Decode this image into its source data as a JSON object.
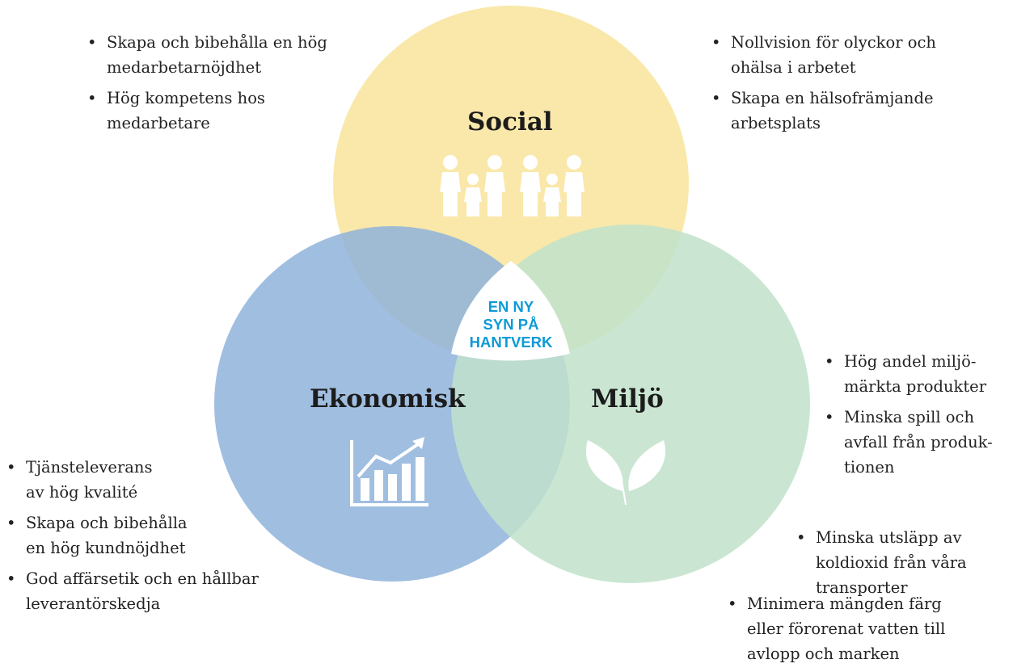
{
  "colors": {
    "social": "#f8e49a",
    "ekonomisk": "#8fb3db",
    "miljo": "#c1e2cb",
    "center_text": "#0d9ad6",
    "icon": "#ffffff"
  },
  "circles": {
    "social": {
      "title": "Social",
      "icon": "family-people-icon"
    },
    "ekonomisk": {
      "title": "Ekonomisk",
      "icon": "growth-chart-icon"
    },
    "miljo": {
      "title": "Miljö",
      "icon": "leaves-icon"
    }
  },
  "center": {
    "lines": [
      "EN NY",
      "SYN PÅ",
      "HANTVERK"
    ]
  },
  "lists": {
    "social_left": [
      [
        "Skapa och bibehålla en hög",
        "medarbetarnöjdhet"
      ],
      [
        "Hög kompetens hos",
        "medarbetare"
      ]
    ],
    "social_right": [
      [
        "Nollvision för olyckor och",
        "ohälsa i arbetet"
      ],
      [
        "Skapa en hälsofrämjande",
        "arbetsplats"
      ]
    ],
    "ekonomisk": [
      [
        "Tjänsteleverans",
        "av hög kvalité"
      ],
      [
        "Skapa och bibehålla",
        "en hög kundnöjdhet"
      ],
      [
        "God affärsetik och en hållbar",
        "leverantörskedja"
      ]
    ],
    "miljo_a": [
      [
        "Hög andel miljö-",
        "märkta produkter"
      ],
      [
        "Minska spill och",
        "avfall från produk-",
        "tionen"
      ]
    ],
    "miljo_b": [
      [
        "Minska utsläpp av",
        "koldioxid från våra",
        "transporter"
      ]
    ],
    "miljo_c": [
      [
        "Minimera mängden färg",
        "eller förorenat vatten till",
        "avlopp och marken"
      ]
    ]
  }
}
